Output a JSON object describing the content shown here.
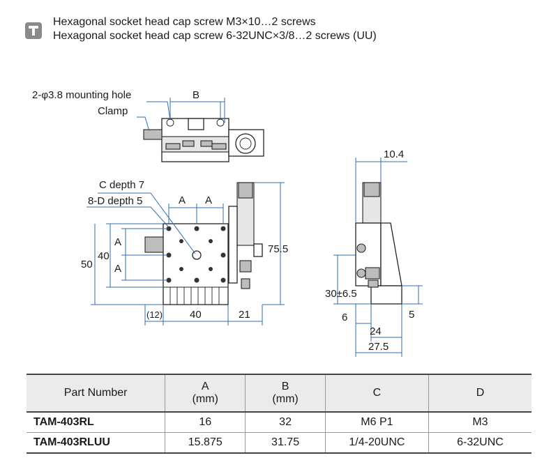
{
  "notes": [
    "Hexagonal socket head cap screw M3×10…2 screws",
    "Hexagonal socket head cap screw 6-32UNC×3/8…2 screws (UU)"
  ],
  "note_icon": "screw-icon",
  "drawing_labels": {
    "mounting_hole": "2-φ3.8  mounting hole",
    "clamp": "Clamp",
    "c_depth": "C depth 7",
    "d_depth": "8-D depth 5",
    "B": "B",
    "A1": "A",
    "A2": "A",
    "A3": "A",
    "A4": "A",
    "dim_50": "50",
    "dim_40v": "40",
    "dim_75_5": "75.5",
    "dim_12": "(12)",
    "dim_40h": "40",
    "dim_21": "21",
    "dim_10_4": "10.4",
    "dim_30": "30±6.5",
    "dim_6": "6",
    "dim_5": "5",
    "dim_24": "24",
    "dim_27_5": "27.5"
  },
  "table": {
    "headers": [
      {
        "line1": "Part Number",
        "line2": ""
      },
      {
        "line1": "A",
        "line2": "(mm)"
      },
      {
        "line1": "B",
        "line2": "(mm)"
      },
      {
        "line1": "C",
        "line2": ""
      },
      {
        "line1": "D",
        "line2": ""
      }
    ],
    "rows": [
      [
        "TAM-403RL",
        "16",
        "32",
        "M6 P1",
        "M3"
      ],
      [
        "TAM-403RLUU",
        "15.875",
        "31.75",
        "1/4-20UNC",
        "6-32UNC"
      ]
    ]
  },
  "colors": {
    "dimension": "#2e6fb5",
    "outline": "#222222",
    "header_bg": "#ebebeb"
  }
}
